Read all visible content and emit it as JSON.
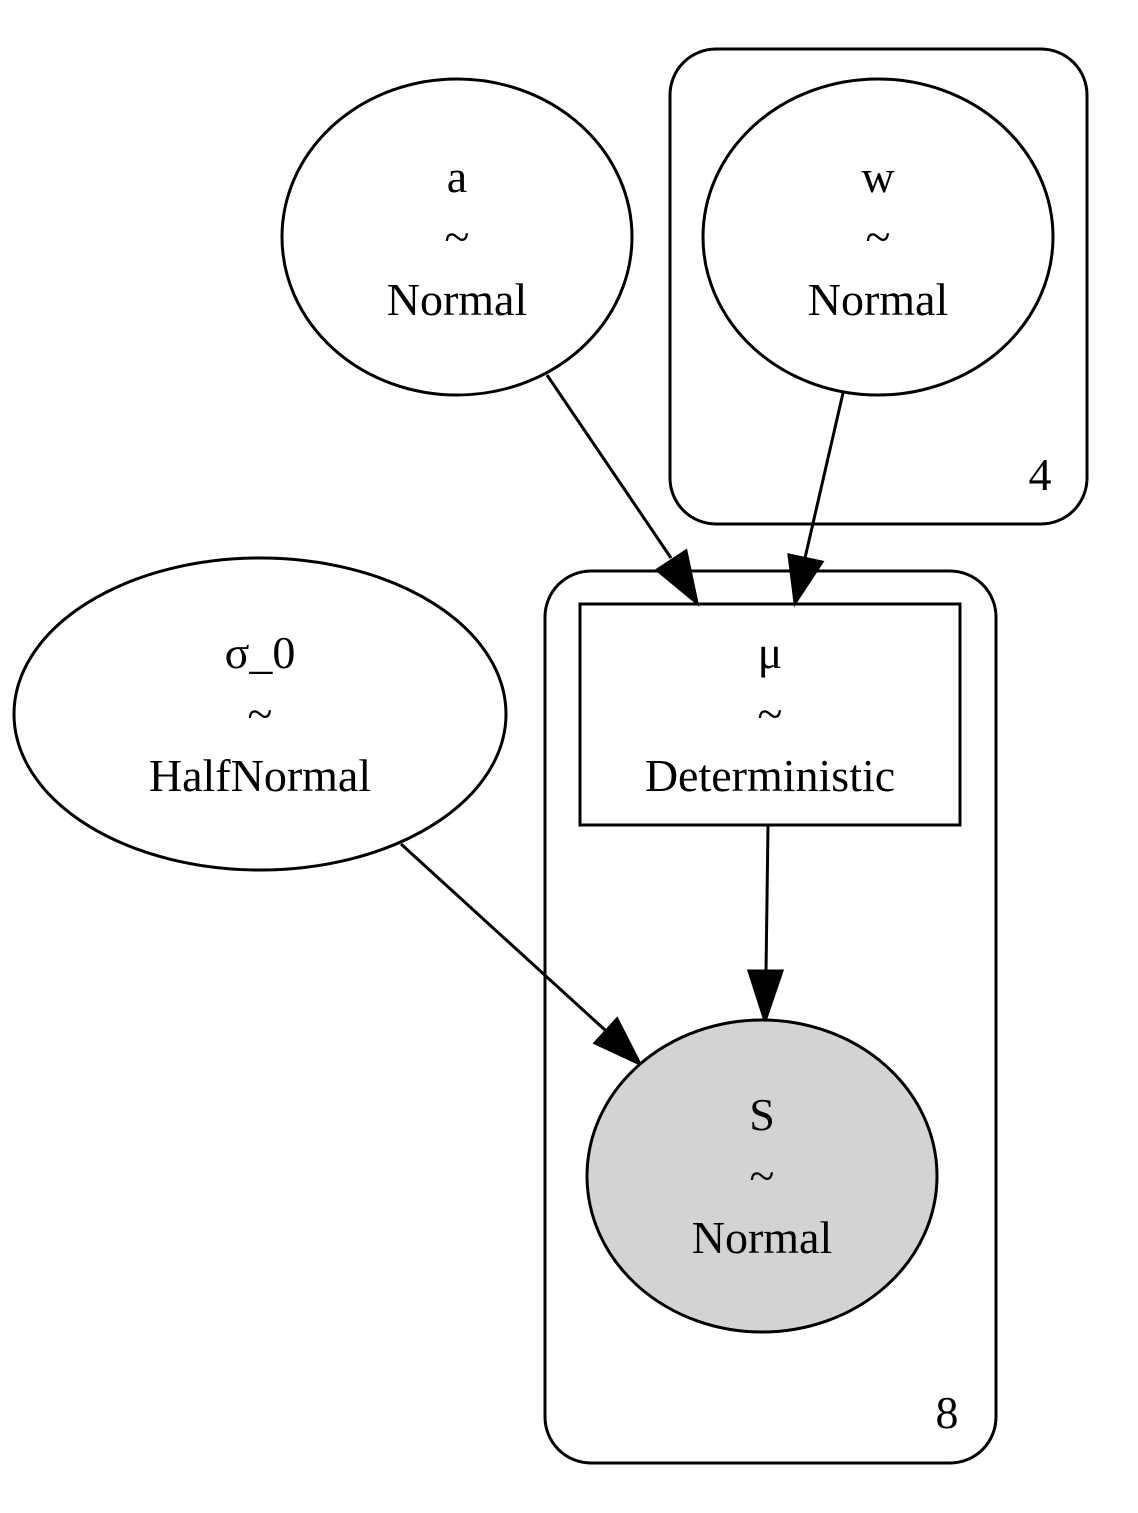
{
  "graph": {
    "nodes": {
      "a": {
        "name": "a",
        "tilde": "~",
        "dist": "Normal"
      },
      "w": {
        "name": "w",
        "tilde": "~",
        "dist": "Normal"
      },
      "sigma0": {
        "name": "σ_0",
        "tilde": "~",
        "dist": "HalfNormal"
      },
      "mu": {
        "name": "μ",
        "tilde": "~",
        "dist": "Deterministic"
      },
      "S": {
        "name": "S",
        "tilde": "~",
        "dist": "Normal",
        "observed": true
      }
    },
    "plates": {
      "w_plate": {
        "size": "4"
      },
      "obs_plate": {
        "size": "8"
      }
    },
    "edges": [
      {
        "from": "a",
        "to": "μ"
      },
      {
        "from": "w",
        "to": "μ"
      },
      {
        "from": "μ",
        "to": "S"
      },
      {
        "from": "σ_0",
        "to": "S"
      }
    ]
  },
  "colors": {
    "stroke": "#000000",
    "observed_fill": "#d3d3d3",
    "background": "#ffffff"
  }
}
